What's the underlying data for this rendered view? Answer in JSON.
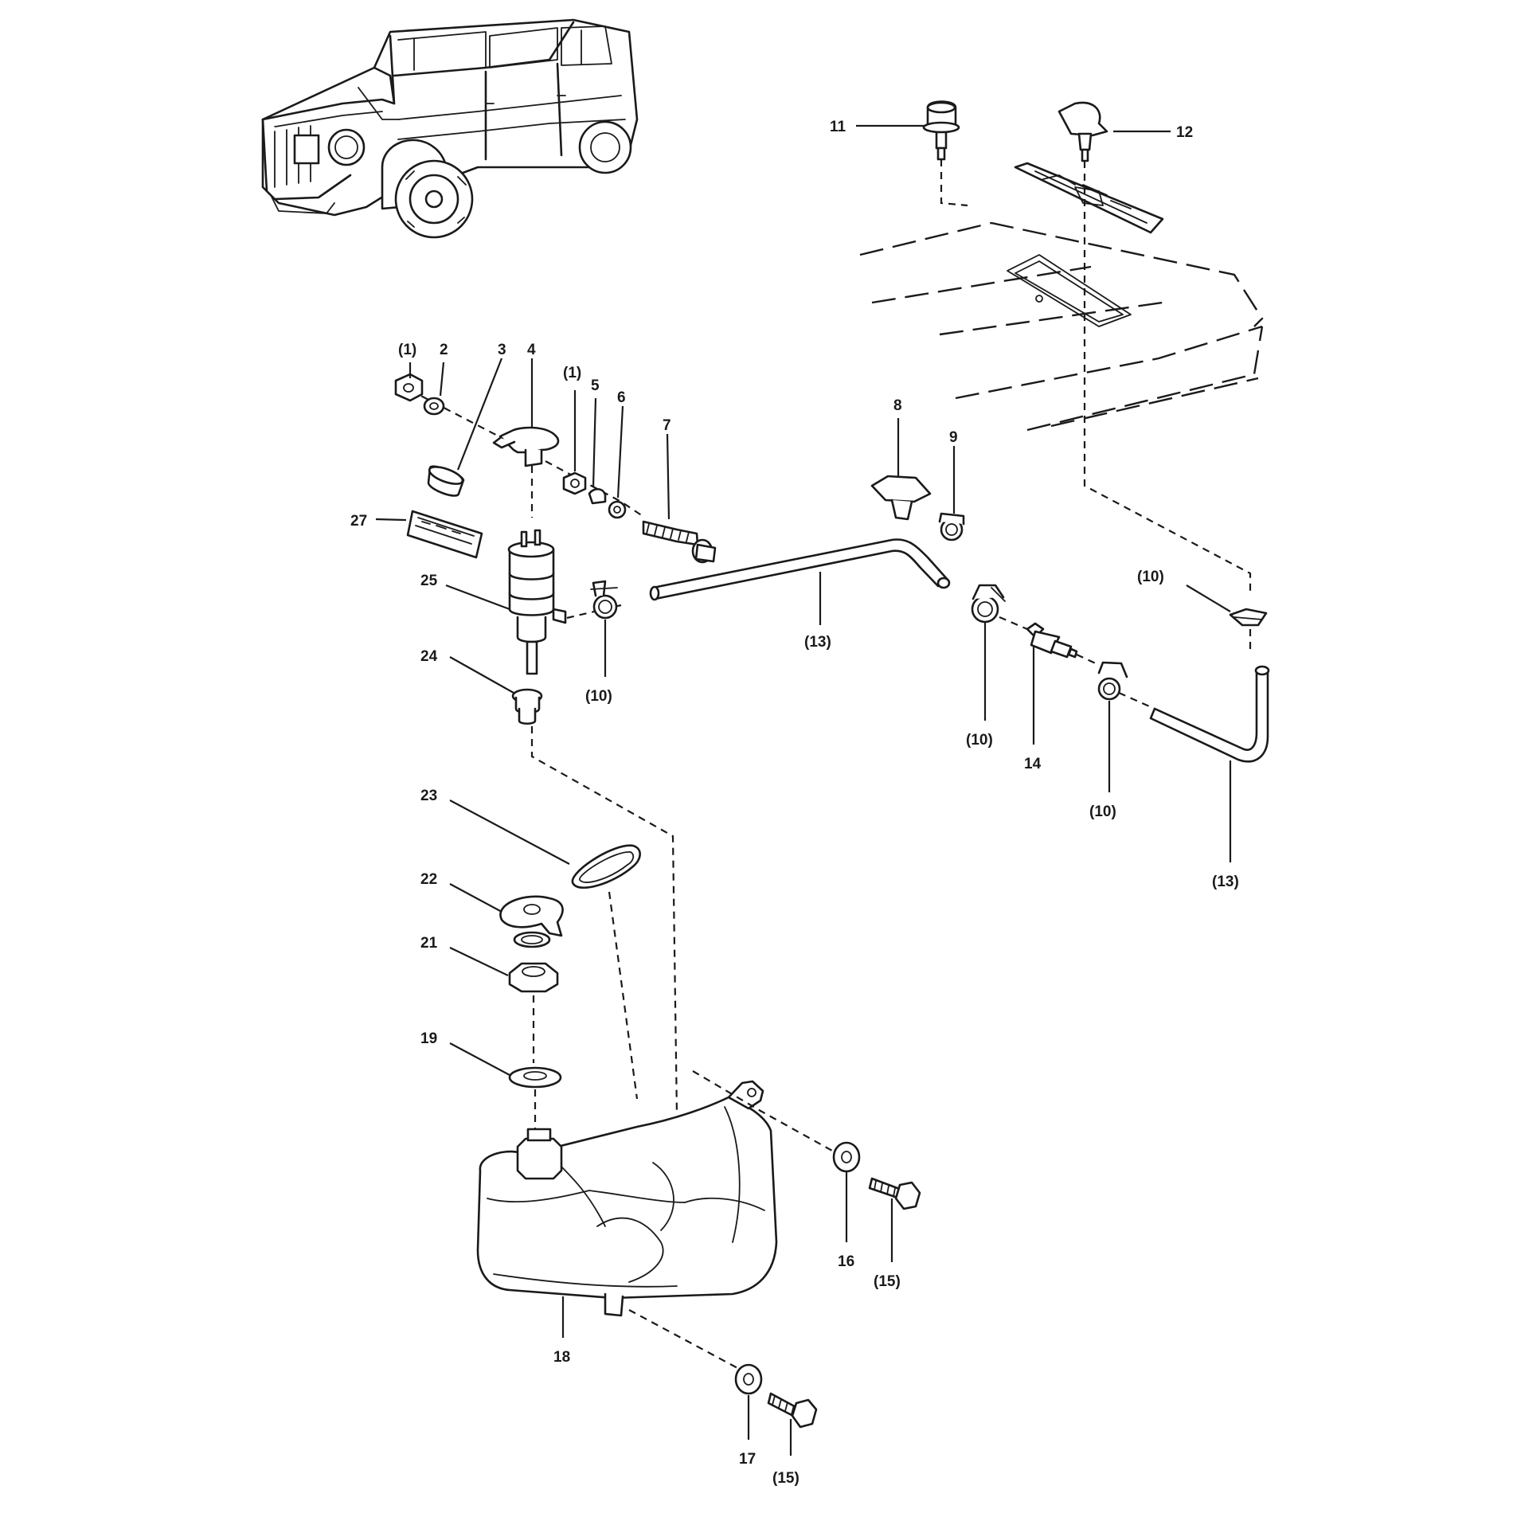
{
  "labels": {
    "l1a": "(1)",
    "l2": "2",
    "l3": "3",
    "l4": "4",
    "l1b": "(1)",
    "l5": "5",
    "l6": "6",
    "l7": "7",
    "l8": "8",
    "l9": "9",
    "l11": "11",
    "l12": "12",
    "l27": "27",
    "l25": "25",
    "l24": "24",
    "l10a": "(10)",
    "l13a": "(13)",
    "l10b": "(10)",
    "l14": "14",
    "l10c": "(10)",
    "l10d": "(10)",
    "l13b": "(13)",
    "l23": "23",
    "l22": "22",
    "l21": "21",
    "l19": "19",
    "l16": "16",
    "l15a": "(15)",
    "l18": "18",
    "l17": "17",
    "l15b": "(15)"
  }
}
